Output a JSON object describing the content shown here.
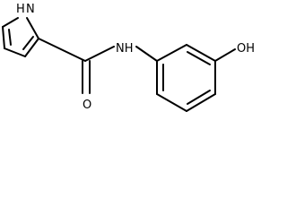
{
  "structure": {
    "labels": {
      "pyrrole_nh": "H",
      "pyrrole_n": "N",
      "amide_o": "O",
      "amide_nh": "NH",
      "hydroxyl": "OH"
    }
  }
}
